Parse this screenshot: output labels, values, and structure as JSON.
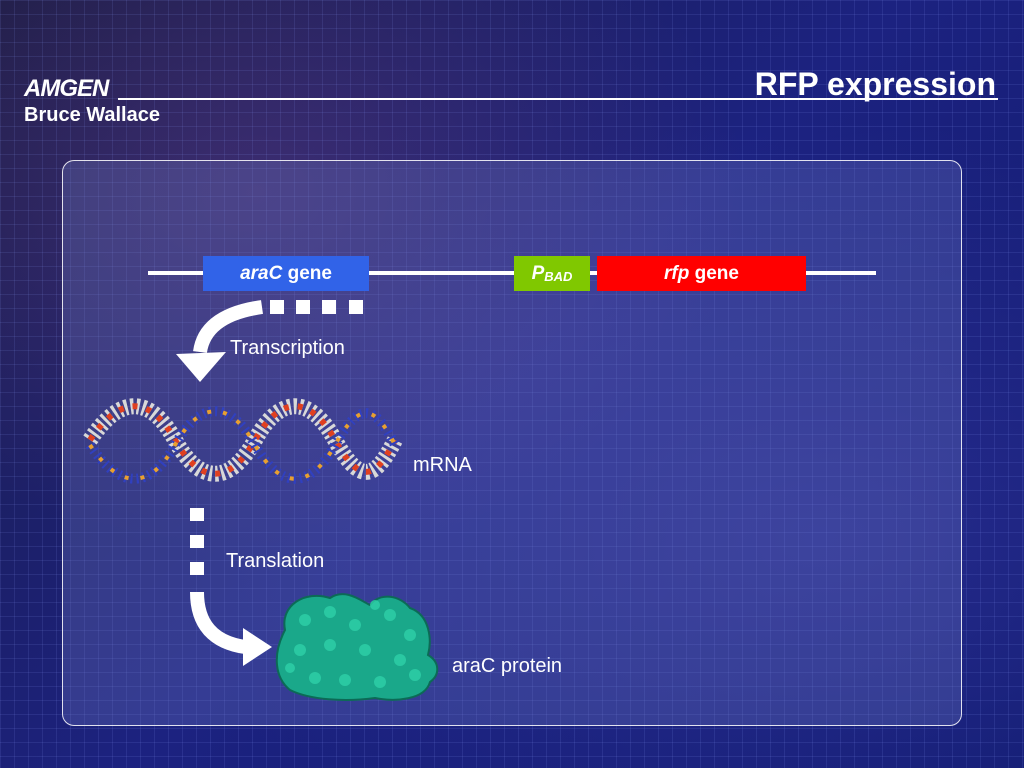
{
  "header": {
    "logo": "AMGEN",
    "author": "Bruce Wallace",
    "title": "RFP expression"
  },
  "diagram": {
    "genes": {
      "arac_italic": "araC",
      "arac_suffix": " gene",
      "pbad_main": "P",
      "pbad_sub": "BAD",
      "rfp_italic": "rfp",
      "rfp_suffix": " gene"
    },
    "colors": {
      "arac": "#3163e8",
      "pbad": "#80c800",
      "rfp": "#ff0000"
    },
    "labels": {
      "transcription": "Transcription",
      "mrna": "mRNA",
      "translation": "Translation",
      "protein": "araC protein"
    }
  }
}
